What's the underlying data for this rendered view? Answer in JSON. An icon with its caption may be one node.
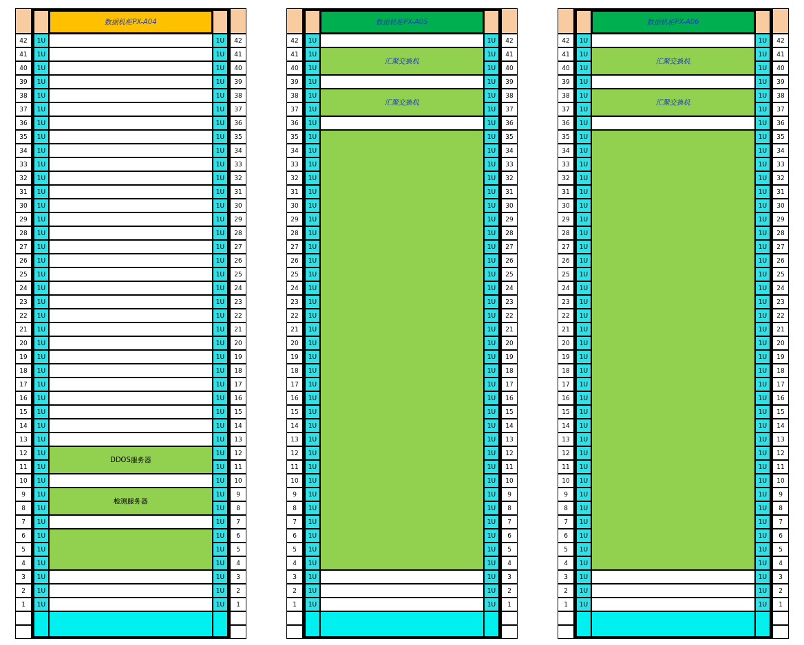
{
  "diagram": {
    "nodes": [
      {
        "text": [
          "数据机柜PX-A04"
        ]
      },
      {
        "text": [
          "DDOS服务器"
        ],
        "in": 0
      },
      {
        "text": [
          "检测服务器"
        ],
        "in": 0
      },
      {
        "text": [],
        "shape": "box",
        "in": 0
      },
      {
        "text": [
          "数据机柜PX-A05"
        ]
      },
      {
        "text": [
          "汇聚交换机"
        ],
        "in": 4
      },
      {
        "text": [
          "汇聚交换机"
        ],
        "in": 4
      },
      {
        "text": [],
        "shape": "box",
        "in": 4
      },
      {
        "text": [
          "数据机柜PX-A06"
        ]
      },
      {
        "text": [
          "汇聚交换机"
        ],
        "in": 8
      },
      {
        "text": [
          "汇聚交换机"
        ],
        "in": 8
      },
      {
        "text": [],
        "shape": "box",
        "in": 8
      }
    ],
    "edges": [],
    "labels": [
      "42",
      "1U",
      "1U",
      "42",
      "41",
      "1U",
      "1U",
      "41",
      "40",
      "1U",
      "1U",
      "40",
      "39",
      "1U",
      "1U",
      "39",
      "38",
      "1U",
      "1U",
      "38",
      "37",
      "1U",
      "1U",
      "37",
      "36",
      "1U",
      "1U",
      "36",
      "35",
      "1U",
      "1U",
      "35",
      "34",
      "1U",
      "1U",
      "34",
      "33",
      "1U",
      "1U",
      "33",
      "32",
      "1U",
      "1U",
      "32",
      "31",
      "1U",
      "1U",
      "31",
      "30",
      "1U",
      "1U",
      "30",
      "29",
      "1U",
      "1U",
      "29",
      "28",
      "1U",
      "1U",
      "28",
      "27",
      "1U",
      "1U",
      "27",
      "26",
      "1U",
      "1U",
      "26",
      "25",
      "1U",
      "1U",
      "25",
      "24",
      "1U",
      "1U",
      "24",
      "23",
      "1U",
      "1U",
      "23",
      "22",
      "1U",
      "1U",
      "22",
      "21",
      "1U",
      "1U",
      "21",
      "20",
      "1U",
      "1U",
      "20",
      "19",
      "1U",
      "1U",
      "19",
      "18",
      "1U",
      "1U",
      "18",
      "17",
      "1U",
      "1U",
      "17",
      "16",
      "1U",
      "1U",
      "16",
      "15",
      "1U",
      "1U",
      "15",
      "14",
      "1U",
      "1U",
      "14",
      "13",
      "1U",
      "1U",
      "13",
      "12",
      "1U",
      "1U",
      "12",
      "11",
      "1U",
      "1U",
      "11",
      "10",
      "1U",
      "1U",
      "10",
      "9",
      "1U",
      "1U",
      "9",
      "8",
      "1U",
      "1U",
      "8",
      "7",
      "1U",
      "1U",
      "7",
      "6",
      "1U",
      "1U",
      "6",
      "5",
      "1U",
      "1U",
      "5",
      "4",
      "1U",
      "1U",
      "4",
      "3",
      "1U",
      "1U",
      "3",
      "2",
      "1U",
      "1U",
      "2",
      "1",
      "1U",
      "1U",
      "1",
      "42",
      "1U",
      "1U",
      "42",
      "41",
      "1U",
      "1U",
      "41",
      "40",
      "1U",
      "1U",
      "40",
      "39",
      "1U",
      "1U",
      "39",
      "38",
      "1U",
      "1U",
      "38",
      "37",
      "1U",
      "1U",
      "37",
      "36",
      "1U",
      "1U",
      "36",
      "35",
      "1U",
      "1U",
      "35",
      "34",
      "1U",
      "1U",
      "34",
      "33",
      "1U",
      "1U",
      "33",
      "32",
      "1U",
      "1U",
      "32",
      "31",
      "1U",
      "1U",
      "31",
      "30",
      "1U",
      "1U",
      "30",
      "29",
      "1U",
      "1U",
      "29",
      "28",
      "1U",
      "1U",
      "28",
      "27",
      "1U",
      "1U",
      "27",
      "26",
      "1U",
      "1U",
      "26",
      "25",
      "1U",
      "1U",
      "25",
      "24",
      "1U",
      "1U",
      "24",
      "23",
      "1U",
      "1U",
      "23",
      "22",
      "1U",
      "1U",
      "22",
      "21",
      "1U",
      "1U",
      "21",
      "20",
      "1U",
      "1U",
      "20",
      "19",
      "1U",
      "1U",
      "19",
      "18",
      "1U",
      "1U",
      "18",
      "17",
      "1U",
      "1U",
      "17",
      "16",
      "1U",
      "1U",
      "16",
      "15",
      "1U",
      "1U",
      "15",
      "14",
      "1U",
      "1U",
      "14",
      "13",
      "1U",
      "1U",
      "13",
      "12",
      "1U",
      "1U",
      "12",
      "11",
      "1U",
      "1U",
      "11",
      "10",
      "1U",
      "1U",
      "10",
      "9",
      "1U",
      "1U",
      "9",
      "8",
      "1U",
      "1U",
      "8",
      "7",
      "1U",
      "1U",
      "7",
      "6",
      "1U",
      "1U",
      "6",
      "5",
      "1U",
      "1U",
      "5",
      "4",
      "1U",
      "1U",
      "4",
      "3",
      "1U",
      "1U",
      "3",
      "2",
      "1U",
      "1U",
      "2",
      "1",
      "1U",
      "1U",
      "1",
      "42",
      "1U",
      "1U",
      "42",
      "41",
      "1U",
      "1U",
      "41",
      "40",
      "1U",
      "1U",
      "40",
      "39",
      "1U",
      "1U",
      "39",
      "38",
      "1U",
      "1U",
      "38",
      "37",
      "1U",
      "1U",
      "37",
      "36",
      "1U",
      "1U",
      "36",
      "35",
      "1U",
      "1U",
      "35",
      "34",
      "1U",
      "1U",
      "34",
      "33",
      "1U",
      "1U",
      "33",
      "32",
      "1U",
      "1U",
      "32",
      "31",
      "1U",
      "1U",
      "31",
      "30",
      "1U",
      "1U",
      "30",
      "29",
      "1U",
      "1U",
      "29",
      "28",
      "1U",
      "1U",
      "28",
      "27",
      "1U",
      "1U",
      "27",
      "26",
      "1U",
      "1U",
      "26",
      "25",
      "1U",
      "1U",
      "25",
      "24",
      "1U",
      "1U",
      "24",
      "23",
      "1U",
      "1U",
      "23",
      "22",
      "1U",
      "1U",
      "22",
      "21",
      "1U",
      "1U",
      "21",
      "20",
      "1U",
      "1U",
      "20",
      "19",
      "1U",
      "1U",
      "19",
      "18",
      "1U",
      "1U",
      "18",
      "17",
      "1U",
      "1U",
      "17",
      "16",
      "1U",
      "1U",
      "16",
      "15",
      "1U",
      "1U",
      "15",
      "14",
      "1U",
      "1U",
      "14",
      "13",
      "1U",
      "1U",
      "13",
      "12",
      "1U",
      "1U",
      "12",
      "11",
      "1U",
      "1U",
      "11",
      "10",
      "1U",
      "1U",
      "10",
      "9",
      "1U",
      "1U",
      "9",
      "8",
      "1U",
      "1U",
      "8",
      "7",
      "1U",
      "1U",
      "7",
      "6",
      "1U",
      "1U",
      "6",
      "5",
      "1U",
      "1U",
      "5",
      "4",
      "1U",
      "1U",
      "4",
      "3",
      "1U",
      "1U",
      "3",
      "2",
      "1U",
      "1U",
      "2",
      "1",
      "1U",
      "1U",
      "1"
    ]
  }
}
